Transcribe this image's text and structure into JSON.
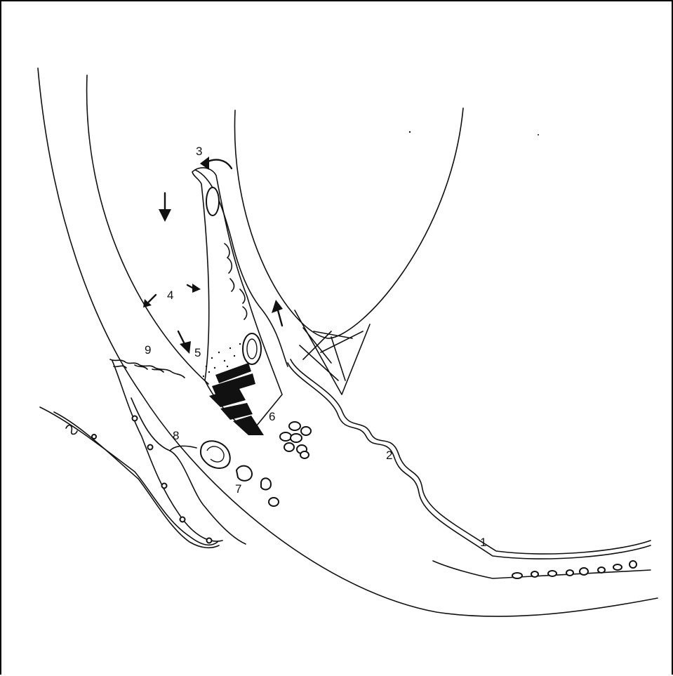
{
  "labels": {
    "l1": "1",
    "l2": "2",
    "l3": "3",
    "l4": "4",
    "l5": "5",
    "l6": "6",
    "l7": "7",
    "l8": "8",
    "l9": "9"
  },
  "colors": {
    "ink": "#111111",
    "paper": "#ffffff"
  }
}
